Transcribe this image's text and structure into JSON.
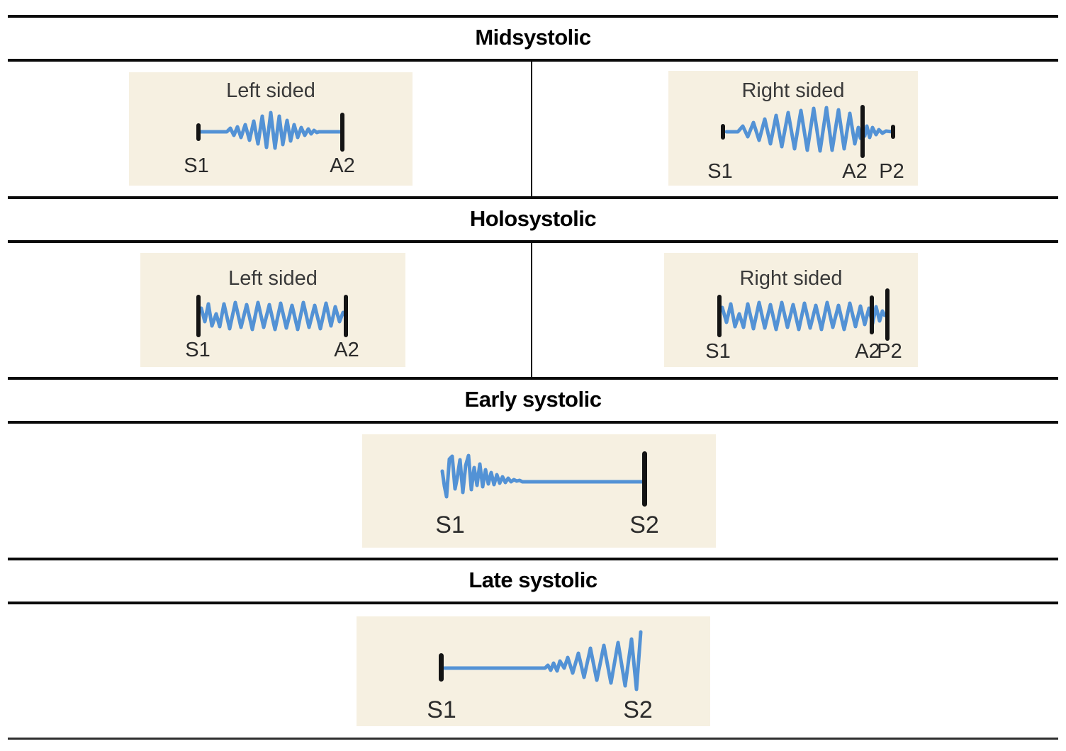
{
  "figure": {
    "sections": [
      {
        "header": "Midsystolic",
        "panels": [
          {
            "title": "Left sided",
            "waveform": "crescendo-decrescendo-murmur",
            "markers": [
              "S1",
              "A2"
            ]
          },
          {
            "title": "Right sided",
            "waveform": "crescendo-decrescendo-murmur-through-A2",
            "markers": [
              "S1",
              "A2",
              "P2"
            ]
          }
        ]
      },
      {
        "header": "Holosystolic",
        "panels": [
          {
            "title": "Left sided",
            "waveform": "uniform-holosystolic-murmur",
            "markers": [
              "S1",
              "A2"
            ]
          },
          {
            "title": "Right sided",
            "waveform": "uniform-holosystolic-murmur-through-A2",
            "markers": [
              "S1",
              "A2",
              "P2"
            ]
          }
        ]
      },
      {
        "header": "Early systolic",
        "panels": [
          {
            "waveform": "decrescendo-murmur-from-S1",
            "markers": [
              "S1",
              "S2"
            ]
          }
        ]
      },
      {
        "header": "Late systolic",
        "panels": [
          {
            "waveform": "crescendo-murmur-to-S2",
            "markers": [
              "S1",
              "S2"
            ]
          }
        ]
      }
    ]
  },
  "colors": {
    "background": "#ffffff",
    "panel_background": "#f6f0e1",
    "waveform_blue": "#5392d5",
    "mark_black": "#141414",
    "rule_black": "#0a0a0a",
    "label_text": "#2b2b2b",
    "header_text": "#000000"
  }
}
